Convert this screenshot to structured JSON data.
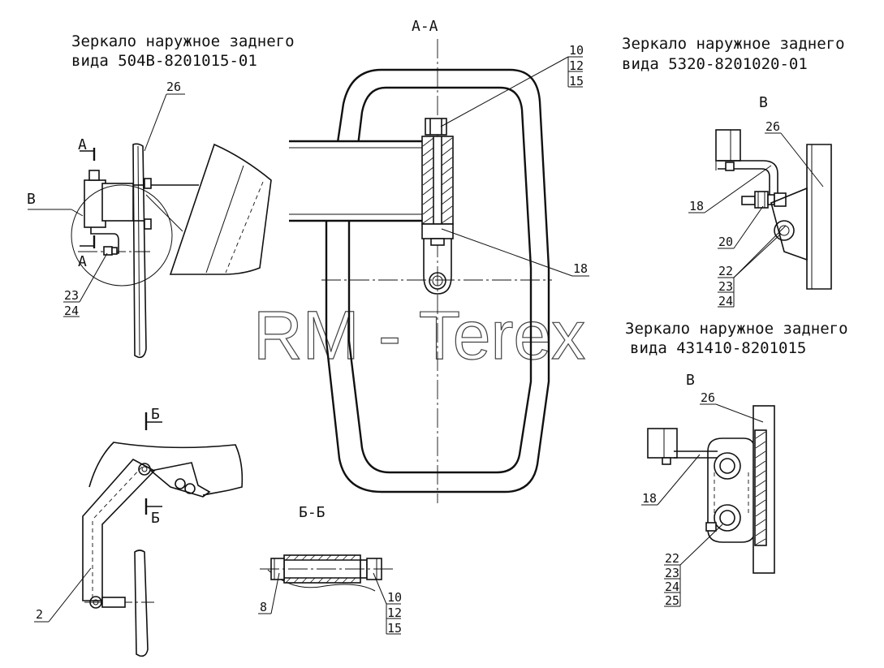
{
  "titles": {
    "left_line1": "Зеркало наружное заднего",
    "left_line2": "вида 504В-8201015-01",
    "right_top_line1": "Зеркало наружное заднего",
    "right_top_line2": " вида 5320-8201020-01",
    "right_bottom_line1": "Зеркало наружное заднего",
    "right_bottom_line2": "вида 431410-8201015"
  },
  "sections": {
    "aa": "А-А",
    "bb": "Б-Б",
    "view_b_top": "В",
    "view_b_bottom": "В",
    "view_b_left": "В",
    "cut_a_top": "А",
    "cut_a_bottom": "А",
    "cut_b_top": "Б",
    "cut_b_bottom": "Б"
  },
  "watermark": "RM - Terex",
  "callouts": {
    "left_26": "26",
    "left_23": "23",
    "left_24": "24",
    "left_2": "2",
    "aa_10": "10",
    "aa_12": "12",
    "aa_15": "15",
    "aa_18": "18",
    "bb_8": "8",
    "bb_10": "10",
    "bb_12": "12",
    "bb_15": "15",
    "rt_26": "26",
    "rt_18": "18",
    "rt_20": "20",
    "rt_22": "22",
    "rt_23": "23",
    "rt_24": "24",
    "rb_26": "26",
    "rb_18": "18",
    "rb_22": "22",
    "rb_23": "23",
    "rb_24": "24",
    "rb_25": "25"
  }
}
